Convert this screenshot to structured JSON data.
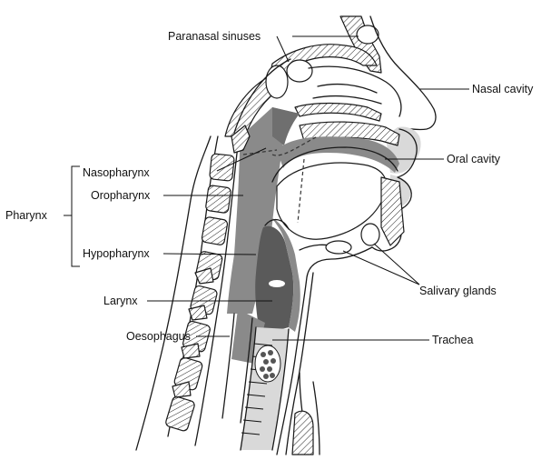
{
  "labels": {
    "paranasal_sinuses": "Paranasal sinuses",
    "nasal_cavity": "Nasal cavity",
    "nasopharynx": "Nasopharynx",
    "oral_cavity": "Oral cavity",
    "oropharynx": "Oropharynx",
    "pharynx": "Pharynx",
    "hypopharynx": "Hypopharynx",
    "salivary_glands": "Salivary glands",
    "larynx": "Larynx",
    "oesophagus": "Oesophagus",
    "trachea": "Trachea"
  }
}
